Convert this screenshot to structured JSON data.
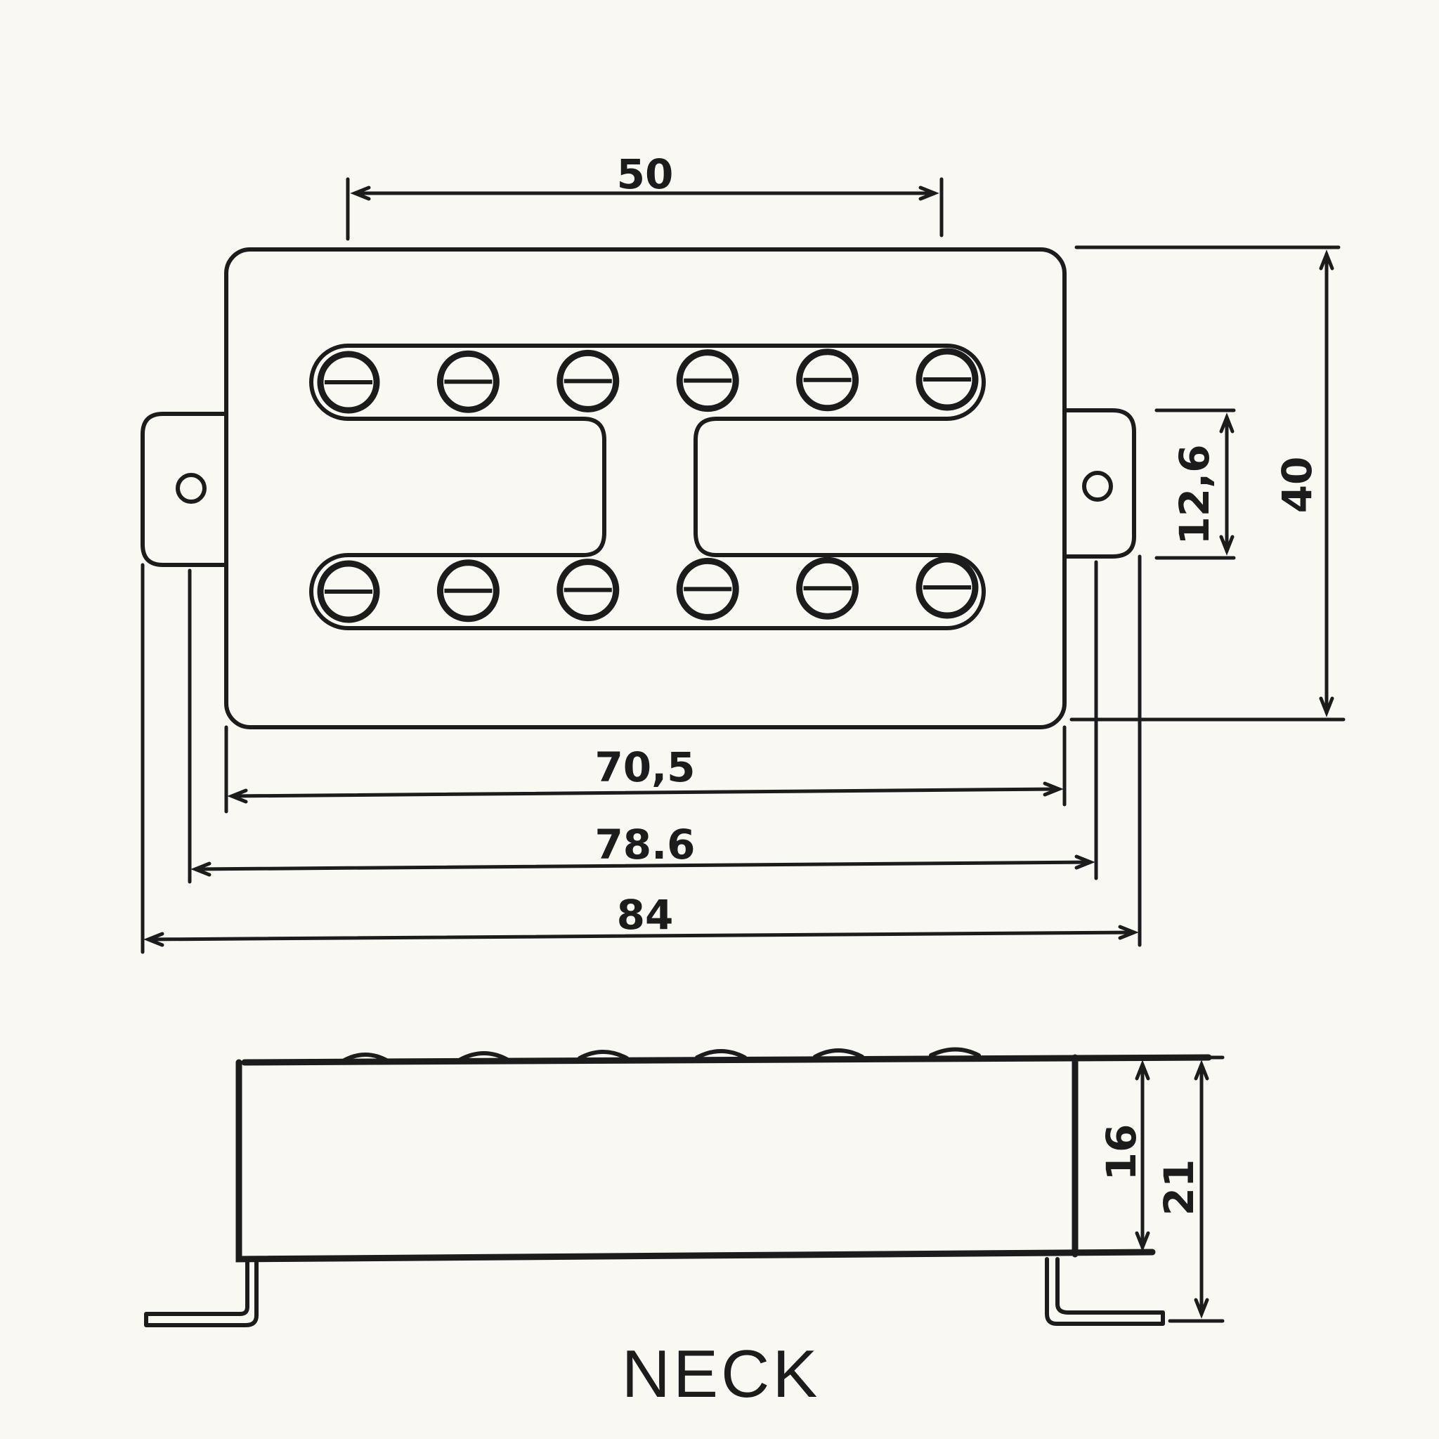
{
  "diagram": {
    "dimensions": {
      "top_width": "50",
      "height_outer": "40",
      "frame_height": "12,6",
      "cover_width": "70,5",
      "mount_width": "78.6",
      "total_width": "84",
      "body_height": "16",
      "total_height": "21"
    },
    "caption": "NECK",
    "pole_pieces_per_row": 6,
    "pole_rows": 2
  }
}
